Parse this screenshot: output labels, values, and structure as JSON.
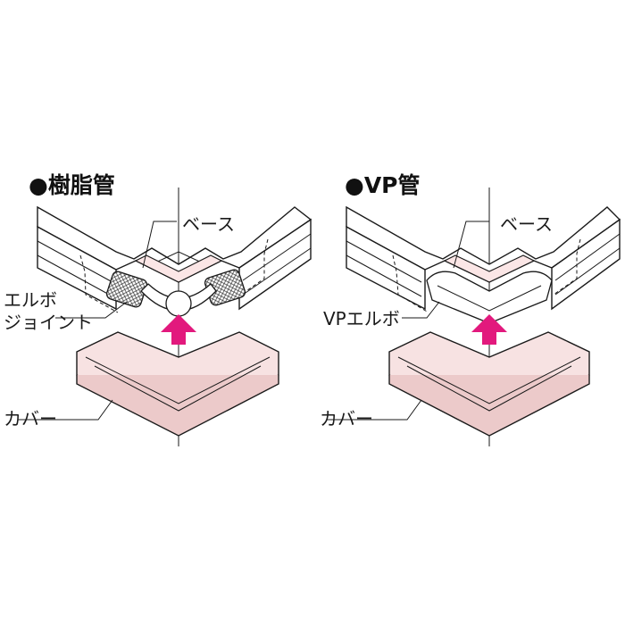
{
  "panels": [
    {
      "title": "●樹脂管",
      "labels": {
        "base": "ベース",
        "elbow_joint_line1": "エルボ",
        "elbow_joint_line2": "ジョイント",
        "cover": "カバー"
      }
    },
    {
      "title": "●VP管",
      "labels": {
        "base": "ベース",
        "vp_elbow": "VPエルボ",
        "cover": "カバー"
      }
    }
  ],
  "colors": {
    "cover_fill": "#f7e2e2",
    "base_fill": "#fbe6e6",
    "arrow": "#e2197d",
    "line": "#1a1a1a"
  }
}
